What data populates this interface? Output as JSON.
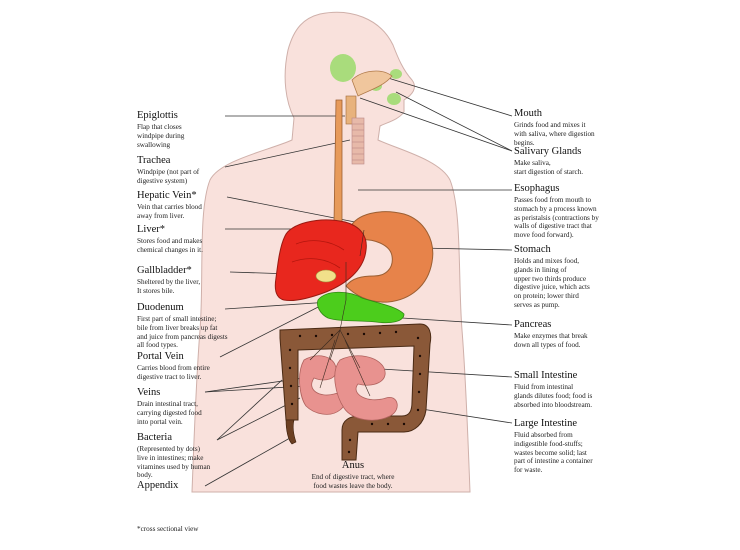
{
  "colors": {
    "body": "#f9e1dc",
    "liver": "#e8271e",
    "stomach": "#e7834a",
    "esophagus": "#e79a5a",
    "pancreas": "#4ccd1c",
    "small_intestine": "#e8928f",
    "large_intestine": "#8a5838",
    "salivary": "#a9dc7c",
    "gallbladder": "#f1e08a",
    "trachea": "#e7b9a9"
  },
  "labels": {
    "epiglottis": {
      "title": "Epiglottis",
      "desc": "Flap that closes\nwindpipe during\nswallowing"
    },
    "trachea": {
      "title": "Trachea",
      "desc": "Windpipe (not part of\ndigestive system)"
    },
    "hepatic_vein": {
      "title": "Hepatic Vein*",
      "desc": "Vein that carries blood\naway from liver."
    },
    "liver": {
      "title": "Liver*",
      "desc": "Stores food and makes\nchemical changes in it."
    },
    "gallbladder": {
      "title": "Gallbladder*",
      "desc": "Sheltered by the liver,\nIt stores bile."
    },
    "duodenum": {
      "title": "Duodenum",
      "desc": "First part of small intestine;\nbile from liver breaks up fat\nand juice from pancreas digests\nall food types."
    },
    "portal_vein": {
      "title": "Portal Vein",
      "desc": "Carries blood from entire\ndigestive tract to liver."
    },
    "veins": {
      "title": "Veins",
      "desc": "Drain intestinal tract,\ncarrying digested food\ninto portal vein."
    },
    "bacteria": {
      "title": "Bacteria",
      "desc": "(Represented by dots)\nlive in intestines; make\nvitamines used by human\nbody."
    },
    "appendix": {
      "title": "Appendix",
      "desc": ""
    },
    "mouth": {
      "title": "Mouth",
      "desc": "Grinds food and mixes it\nwith saliva, where digestion\nbegins."
    },
    "salivary_glands": {
      "title": "Salivary Glands",
      "desc": "Make saliva,\nstart digestion of starch."
    },
    "esophagus": {
      "title": "Esophagus",
      "desc": "Passes food from mouth to\nstomach by a process known\nas peristalsis (contractions by\nwalls of digestive tract that\nmove food forward)."
    },
    "stomach": {
      "title": "Stomach",
      "desc": "Holds and mixes food,\nglands in lining of\nupper two thirds produce\ndigestive juice, which acts\non protein; lower third\nserves as pump."
    },
    "pancreas": {
      "title": "Pancreas",
      "desc": "Make enzymes that break\ndown all types of food."
    },
    "small_intestine": {
      "title": "Small Intestine",
      "desc": "Fluid from intestinal\nglands dilutes food; food is\nabsorbed into bloodstream."
    },
    "large_intestine": {
      "title": "Large Intestine",
      "desc": "Fluid absorbed from\nindigestible food-stuffs;\nwastes become solid; last\npart of intestine a container\nfor waste."
    },
    "anus": {
      "title": "Anus",
      "desc": "End of digestive tract, where\nfood wastes leave the body."
    }
  },
  "footnote": "*cross sectional view"
}
